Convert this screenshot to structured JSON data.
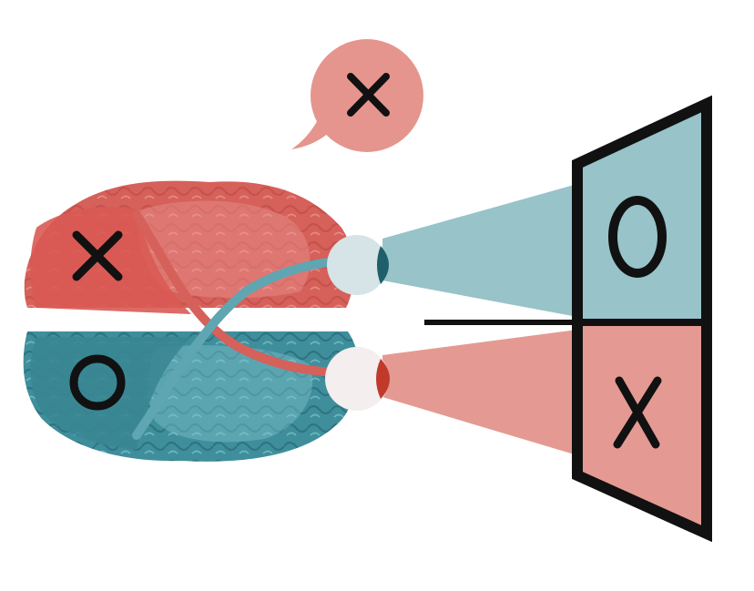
{
  "symbols": {
    "speech_bubble_symbol": "X",
    "left_brain_top": "X",
    "left_brain_bottom": "O",
    "screen_top": "O",
    "screen_bottom": "X"
  },
  "colors": {
    "red_brain": "#d6605a",
    "red_brain_light": "#e8958d",
    "blue_brain": "#3f8e9c",
    "blue_brain_light": "#7fc0cb",
    "teal_beam": "#97c3c9",
    "pink_beam": "#e49a92",
    "bubble": "#e5958d",
    "ink": "#111111",
    "eye_white": "#f4eeee"
  }
}
